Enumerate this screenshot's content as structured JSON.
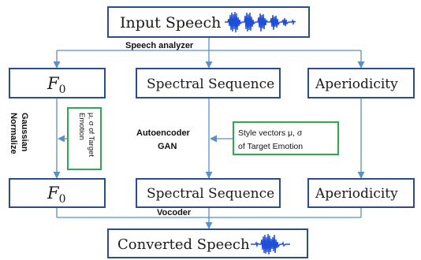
{
  "colors": {
    "box_border": "#2d4c8a",
    "arrow": "#5b8fc9",
    "green_border": "#2fa84f",
    "waveform": "#1f4fd8"
  },
  "icons": [
    "waveform-icon"
  ],
  "nodes": {
    "input": "Input Speech",
    "f0_top_base": "F",
    "f0_top_sub": "0",
    "spectral_top": "Spectral Sequence",
    "aperiodicity_top": "Aperiodicity",
    "f0_bottom_base": "F",
    "f0_bottom_sub": "0",
    "spectral_bottom": "Spectral Sequence",
    "aperiodicity_bottom": "Aperiodicity",
    "converted": "Converted Speech"
  },
  "labels": {
    "speech_analyzer": "Speech analyzer",
    "gaussian": "Gaussian",
    "normalize": "Normalize",
    "autoencoder": "Autoencoder",
    "gan": "GAN",
    "vocoder": "Vocoder"
  },
  "notes": {
    "target_emotion_line1": "μ, σ of Target",
    "target_emotion_line2": "Emotion",
    "style_line1": "Style vectors μ, σ",
    "style_line2": "of Target Emotion"
  }
}
